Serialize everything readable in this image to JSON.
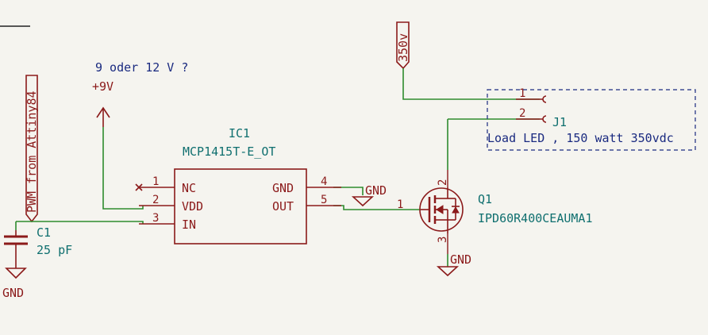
{
  "schematic": {
    "note_top": "9 oder 12 V  ?",
    "supply_9v": "+9V",
    "label_pwm": "PWM from Attiny84",
    "label_350v": "350v",
    "ic1": {
      "ref": "IC1",
      "value": "MCP1415T-E_OT",
      "pin1_num": "1",
      "pin1_name": "NC",
      "pin2_num": "2",
      "pin2_name": "VDD",
      "pin3_num": "3",
      "pin3_name": "IN",
      "pin4_num": "4",
      "pin4_name": "GND",
      "pin5_num": "5",
      "pin5_name": "OUT"
    },
    "c1": {
      "ref": "C1",
      "value": "25 pF"
    },
    "q1": {
      "ref": "Q1",
      "value": "IPD60R400CEAUMA1",
      "pin1": "1",
      "pin2": "2",
      "pin3": "3"
    },
    "j1": {
      "ref": "J1",
      "pin1": "1",
      "pin2": "2"
    },
    "load_text": "Load LED , 150 watt 350vdc",
    "gnd_ic": "GND",
    "gnd_q1": "GND",
    "gnd_c1": "GND"
  }
}
